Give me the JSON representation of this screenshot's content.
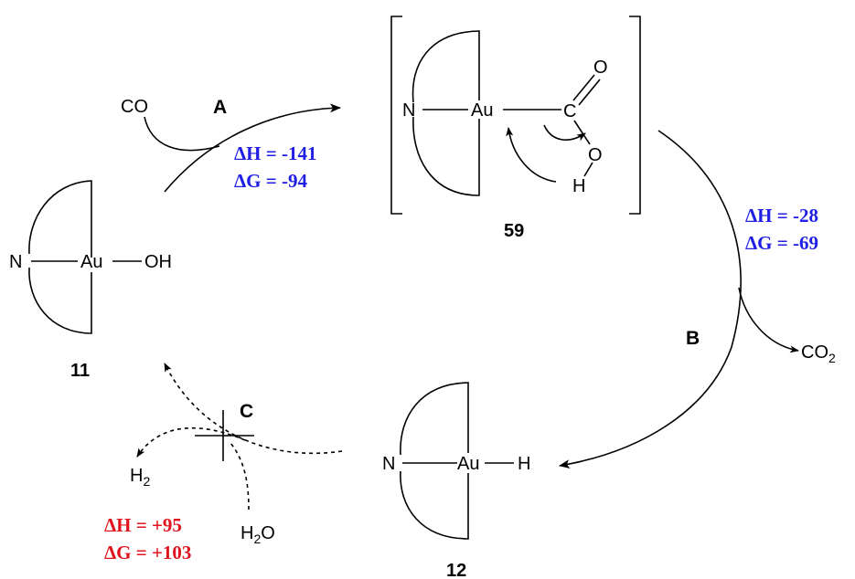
{
  "colors": {
    "favorable": "#1f1fe6",
    "unfavorable": "#e0141e",
    "ink": "#000000"
  },
  "complex_11": {
    "n": "N",
    "au": "Au",
    "ligand": "OH",
    "id": "11"
  },
  "complex_59": {
    "n": "N",
    "au": "Au",
    "c": "C",
    "o_top": "O",
    "o_bottom": "O",
    "h": "H",
    "id": "59"
  },
  "complex_12": {
    "n": "N",
    "au": "Au",
    "h": "H",
    "id": "12"
  },
  "step_a": {
    "label": "A",
    "reagent": "CO",
    "dh": "ΔH = -141",
    "dg": "ΔG = -94"
  },
  "step_b": {
    "label": "B",
    "product": "CO",
    "product_sub": "2",
    "dh": "ΔH = -28",
    "dg": "ΔG = -69"
  },
  "step_c": {
    "label": "C",
    "product": "H",
    "product_sub": "2",
    "reagent": "H",
    "reagent_sub": "2",
    "reagent_tail": "O",
    "dh": "ΔH = +95",
    "dg": "ΔG = +103"
  }
}
